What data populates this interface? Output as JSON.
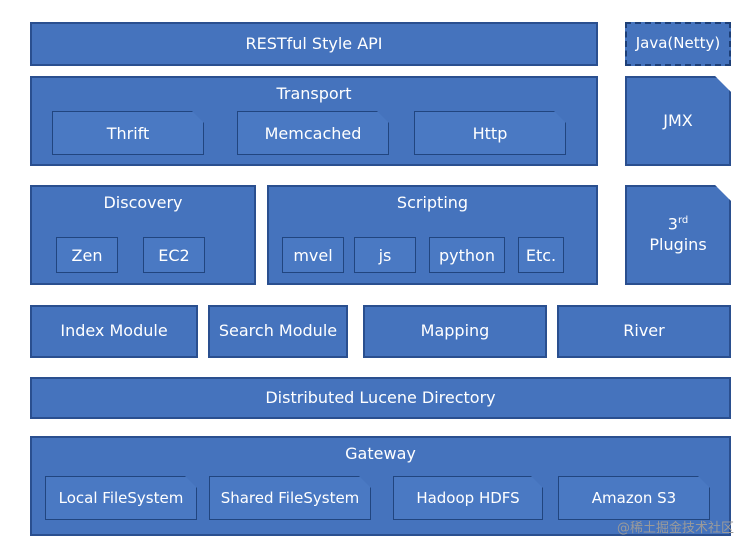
{
  "restful_api": "RESTful Style API",
  "java_netty": "Java(Netty)",
  "transport": {
    "title": "Transport",
    "items": [
      "Thrift",
      "Memcached",
      "Http"
    ]
  },
  "jmx": "JMX",
  "discovery": {
    "title": "Discovery",
    "items": [
      "Zen",
      "EC2"
    ]
  },
  "scripting": {
    "title": "Scripting",
    "items": [
      "mvel",
      "js",
      "python",
      "Etc."
    ]
  },
  "plugins": {
    "number": "3",
    "sup": "rd",
    "label": "Plugins"
  },
  "modules": [
    "Index Module",
    "Search Module",
    "Mapping",
    "River"
  ],
  "lucene": "Distributed Lucene Directory",
  "gateway": {
    "title": "Gateway",
    "items": [
      "Local FileSystem",
      "Shared FileSystem",
      "Hadoop HDFS",
      "Amazon S3"
    ]
  },
  "watermark": "@稀土掘金技术社区",
  "colors": {
    "box_fill": "#4573bd",
    "box_border": "#2a4f8f"
  }
}
